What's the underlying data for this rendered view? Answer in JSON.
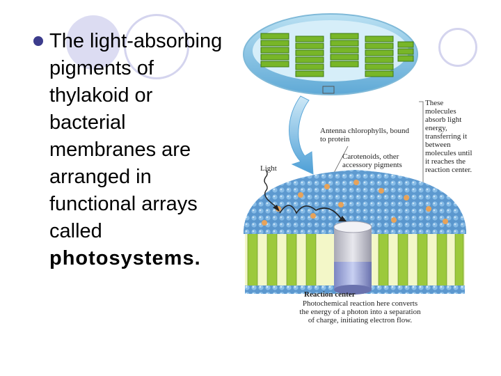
{
  "slide": {
    "bullet_text_1": "The light-absorbing pigments of thylakoid or bacterial membranes are arranged in functional arrays called",
    "bullet_text_2": "photosystems."
  },
  "figure": {
    "light_label": "Light",
    "antenna_label": "Antenna chlorophylls, bound to protein",
    "carotenoids_label": "Carotenoids, other accessory pigments",
    "molecules_note": "These molecules absorb light energy, transferring it between molecules until it reaches the reaction center.",
    "reaction_center_title": "Reaction center",
    "reaction_center_desc": "Photochemical reaction here converts the energy of a photon into a separation of charge, initiating electron flow."
  }
}
